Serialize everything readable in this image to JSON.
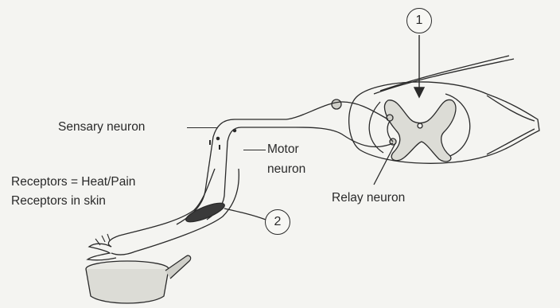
{
  "labels": {
    "sensory_neuron": "Sensary neuron",
    "motor_neuron_line1": "Motor",
    "motor_neuron_line2": "neuron",
    "receptors_line1": "Receptors = Heat/Pain",
    "receptors_line2": "Receptors in skin",
    "relay_neuron": "Relay neuron",
    "marker_1": "1",
    "marker_2": "2"
  },
  "colors": {
    "ink": "#2a2a2a",
    "paper": "#f4f4f1"
  }
}
